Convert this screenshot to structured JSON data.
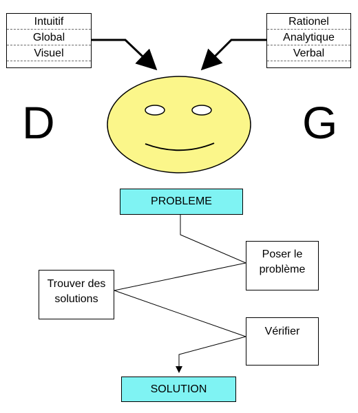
{
  "left_traits": [
    "Intuitif",
    "Global",
    "Visuel"
  ],
  "right_traits": [
    "Rationel",
    "Analytique",
    "Verbal"
  ],
  "hemisphere_left": "D",
  "hemisphere_right": "G",
  "flow": {
    "start": "PROBLEME",
    "step_pose": "Poser le problème",
    "step_find": "Trouver des solutions",
    "step_verify": "Vérifier",
    "end": "SOLUTION"
  },
  "colors": {
    "face_fill": "#fbf68a",
    "terminal_fill": "#7ff3f3"
  }
}
